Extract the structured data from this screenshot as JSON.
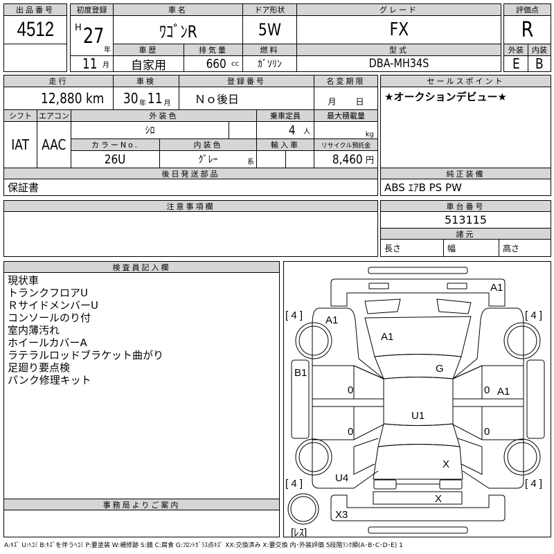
{
  "lot": {
    "label": "出品番号",
    "value": "4512"
  },
  "first_reg": {
    "label": "初度登録",
    "era": "H",
    "year": "27",
    "year_unit": "年",
    "month": "11",
    "month_unit": "月"
  },
  "car_name": {
    "label": "車名",
    "value": "ﾜｺﾞﾝR"
  },
  "door": {
    "label": "ドア形状",
    "value": "5W"
  },
  "grade": {
    "label": "グレード",
    "value": "FX"
  },
  "score": {
    "label": "評価点",
    "value": "R",
    "ext_label": "外装",
    "int_label": "内装",
    "ext": "E",
    "int": "B"
  },
  "history": {
    "label": "車歴",
    "value": "自家用"
  },
  "displacement": {
    "label": "排気量",
    "value": "660",
    "unit": "cc"
  },
  "fuel": {
    "label": "燃料",
    "value": "ｶﾞｿﾘﾝ"
  },
  "model": {
    "label": "型式",
    "value": "DBA-MH34S"
  },
  "mileage": {
    "label": "走行",
    "value": "12,880 km"
  },
  "inspection": {
    "label": "車検",
    "year": "30",
    "year_unit": "年",
    "month": "11",
    "month_unit": "月"
  },
  "reg_no": {
    "label": "登録番号",
    "value": "Ｎｏ後日"
  },
  "name_change": {
    "label": "名変期限",
    "month_unit": "月",
    "day_unit": "日"
  },
  "sales_point": {
    "label": "セールスポイント",
    "value": "★オークションデビュー★"
  },
  "shift": {
    "label": "シフト",
    "value": "IAT"
  },
  "aircon": {
    "label": "エアコン",
    "value": "AAC"
  },
  "ext_color": {
    "label": "外装色",
    "value": "ｼﾛ"
  },
  "capacity": {
    "label": "乗車定員",
    "value": "4",
    "unit": "人"
  },
  "max_load": {
    "label": "最大積載量",
    "unit": "kg"
  },
  "color_no": {
    "label": "カラーNo.",
    "value": "26U"
  },
  "int_color": {
    "label": "内装色",
    "value": "ｸﾞﾚｰ",
    "suffix": "系"
  },
  "import": {
    "label": "輸入車"
  },
  "recycle": {
    "label": "リサイクル預託金",
    "value": "8,460",
    "unit": "円"
  },
  "later_parts": {
    "label": "後日発送部品",
    "value": "保証書"
  },
  "equipment": {
    "label": "純正装備",
    "value": "ABS ｴｱB PS PW"
  },
  "notes": {
    "label": "注意事項欄"
  },
  "chassis": {
    "label": "車台番号",
    "value": "513115"
  },
  "specs": {
    "label": "諸元",
    "length": "長さ",
    "width": "幅",
    "height": "高さ"
  },
  "inspector": {
    "label": "検査員記入欄",
    "lines": [
      "現状車",
      "トランクフロアU",
      "ＲサイドメンバーU",
      "コンソールのり付",
      "室内薄汚れ",
      "ホイールカバーA",
      "ラテラルロッドブラケット曲がり",
      "足廻り要点検",
      "パンク修理キット"
    ]
  },
  "office": {
    "label": "事務局よりご案内"
  },
  "diagram": {
    "tires": [
      "[ 4 ]",
      "[ 4 ]",
      "[ 4 ]",
      "[ 4 ]"
    ],
    "spare": "[ﾚｽ]",
    "marks": {
      "front_bumper": "A1",
      "left_front_fender": "A1",
      "hood": "A1",
      "windshield": "G",
      "left_sill": "B1",
      "right_front_door": "A1",
      "roof": "U1",
      "trunk": "X",
      "left_rear_fender": "U4",
      "rear_panel": "X",
      "rear_bumper": "X3",
      "door_lf": "0",
      "door_lr": "0",
      "door_rf": "0",
      "door_rr": "0"
    }
  },
  "legend": "A:ｷｽﾞ U:ﾍｺﾐ B:ｷｽﾞを伴うﾍｺﾐ P:要塗装 W:補修跡 S:錆 C:腐食 G:ﾌﾛﾝﾄｶﾞﾗｽ点ｷｽﾞ XX:交換済み X:要交換 内･外装評価 5段階ﾗﾝｸ順(A･B･C･D･E) 1"
}
